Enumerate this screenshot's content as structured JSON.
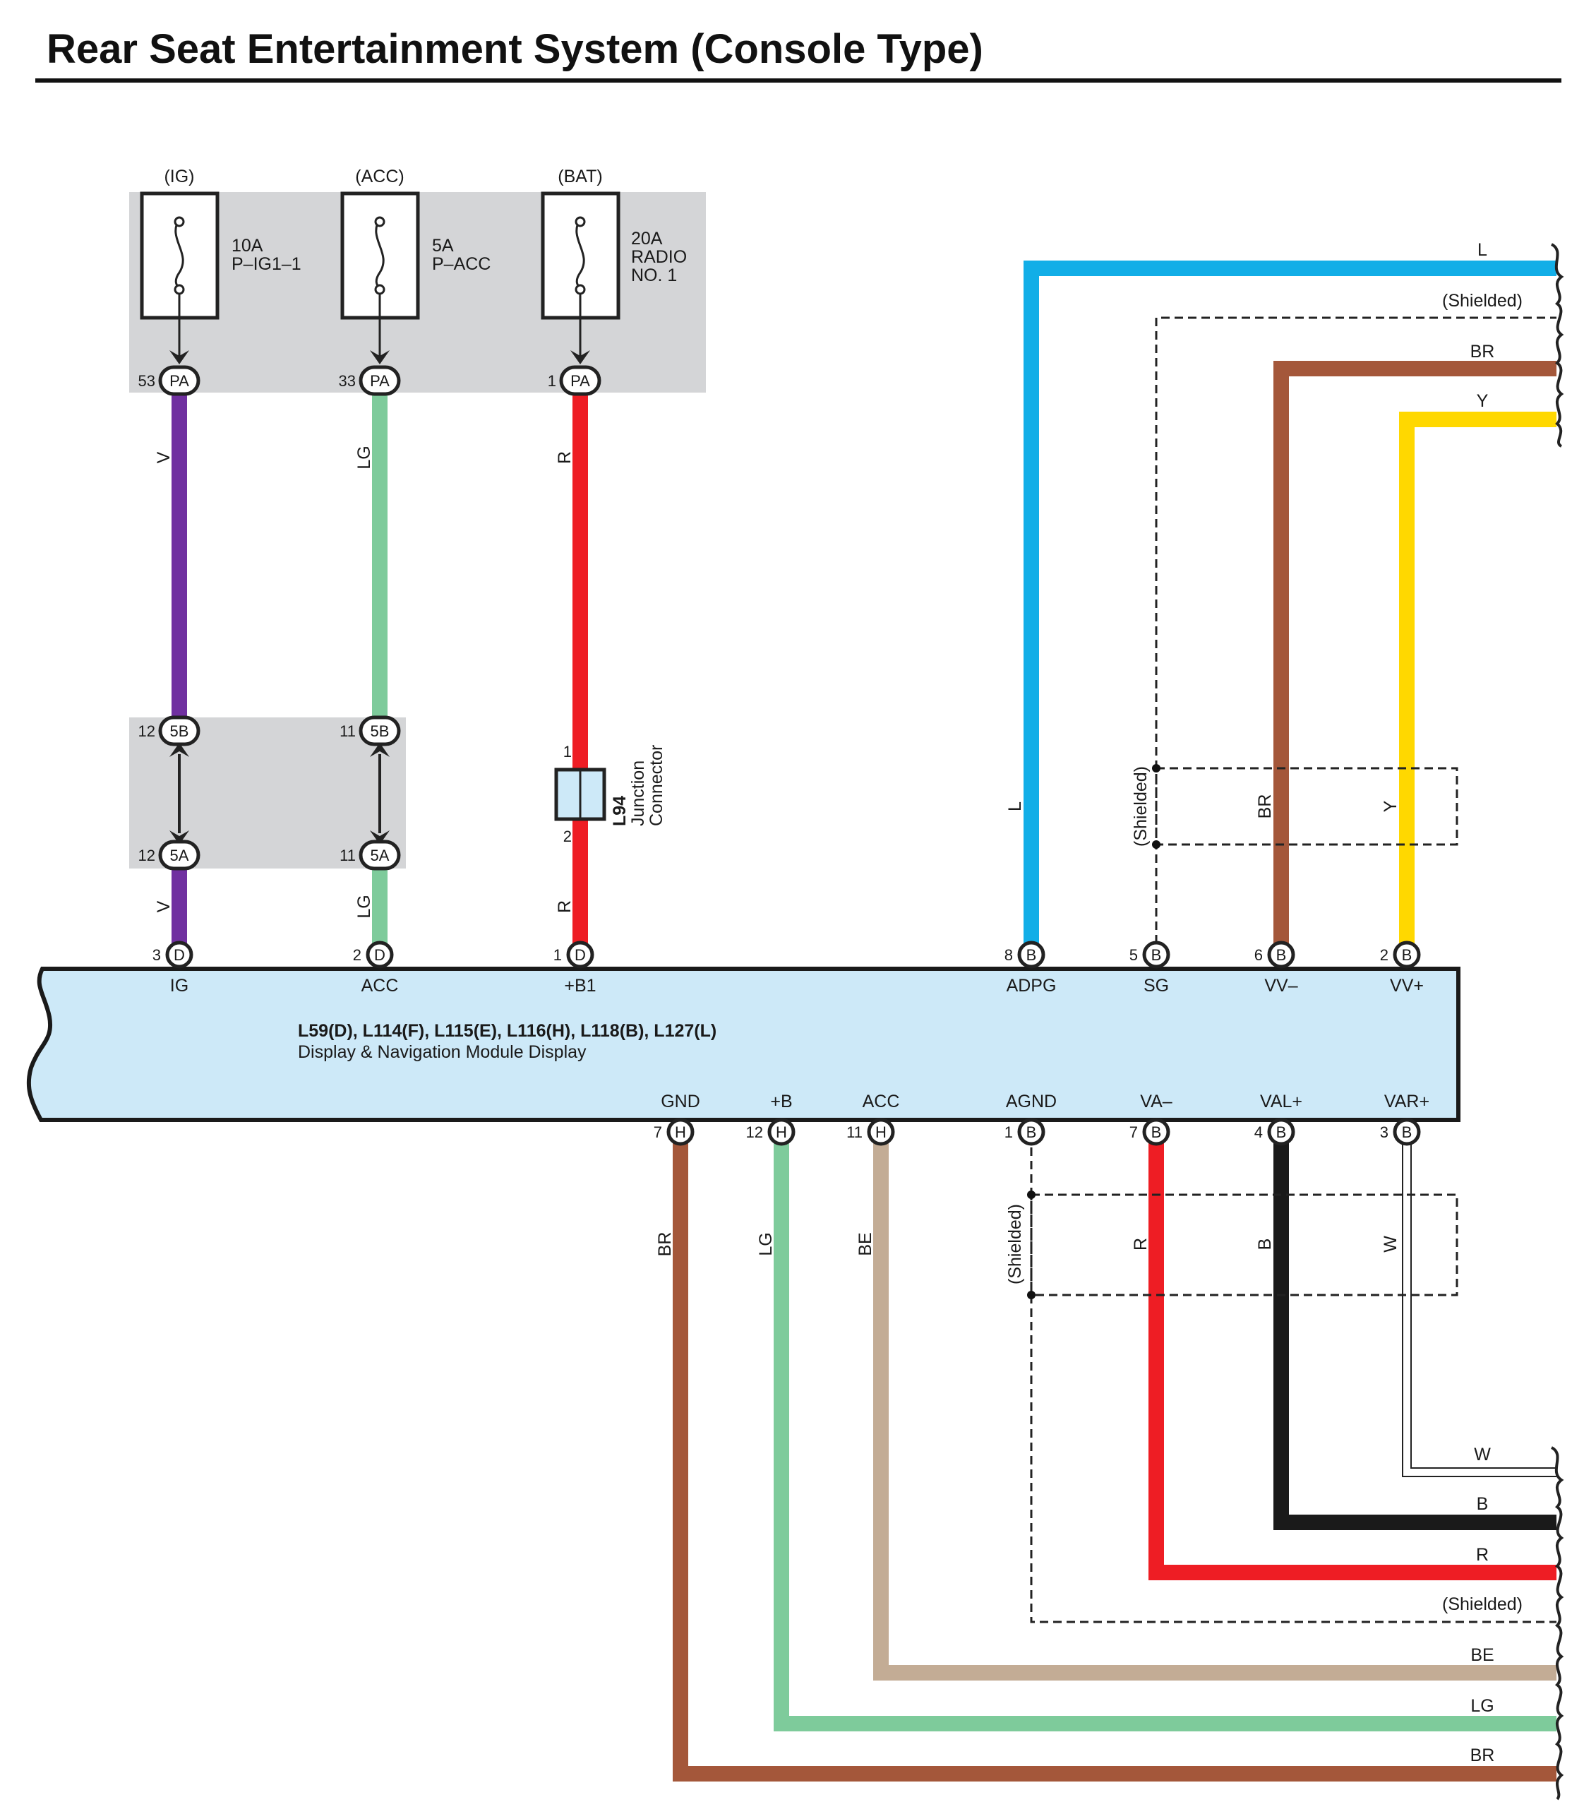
{
  "title": "Rear Seat Entertainment System (Console Type)",
  "colors": {
    "V": "#7030a0",
    "LG": "#7ecb9b",
    "R": "#ee1d24",
    "L": "#12aee7",
    "BR": "#a4573a",
    "Y": "#ffd800",
    "B": "#1a1a1a",
    "W": "#ffffff",
    "BE": "#c3ac95",
    "module_fill": "#cde9f8",
    "fuse_block_fill": "#d4d5d7",
    "junction_fill": "#cde9f8"
  },
  "fuses": [
    {
      "source": "(IG)",
      "rating": "10A",
      "name": "P–IG1–1",
      "connector": "PA",
      "pin": "53",
      "wire": "V"
    },
    {
      "source": "(ACC)",
      "rating": "5A",
      "name": "P–ACC",
      "connector": "PA",
      "pin": "33",
      "wire": "LG"
    },
    {
      "source": "(BAT)",
      "rating": "20A",
      "name": "RADIO",
      "name2": "NO. 1",
      "connector": "PA",
      "pin": "1",
      "wire": "R"
    }
  ],
  "inline_connectors": [
    {
      "pin": "12",
      "upper": "5B",
      "lower": "5A",
      "wire": "V"
    },
    {
      "pin": "11",
      "upper": "5B",
      "lower": "5A",
      "wire": "LG"
    }
  ],
  "junction": {
    "id": "L94",
    "name_line1": "Junction",
    "name_line2": "Connector",
    "pin_in": "1",
    "pin_out": "2"
  },
  "module": {
    "connectors_line": "L59(D), L114(F), L115(E), L116(H), L118(B), L127(L)",
    "name": "Display & Navigation Module Display",
    "top_terminals": [
      {
        "pin": "3",
        "conn": "D",
        "label": "IG",
        "wire": "V"
      },
      {
        "pin": "2",
        "conn": "D",
        "label": "ACC",
        "wire": "LG"
      },
      {
        "pin": "1",
        "conn": "D",
        "label": "+B1",
        "wire": "R"
      },
      {
        "pin": "8",
        "conn": "B",
        "label": "ADPG",
        "wire": "L"
      },
      {
        "pin": "5",
        "conn": "B",
        "label": "SG",
        "wire": ""
      },
      {
        "pin": "6",
        "conn": "B",
        "label": "VV–",
        "wire": "BR"
      },
      {
        "pin": "2",
        "conn": "B",
        "label": "VV+",
        "wire": "Y"
      }
    ],
    "bottom_terminals": [
      {
        "pin": "7",
        "conn": "H",
        "label": "GND",
        "wire": "BR"
      },
      {
        "pin": "12",
        "conn": "H",
        "label": "+B",
        "wire": "LG"
      },
      {
        "pin": "11",
        "conn": "H",
        "label": "ACC",
        "wire": "BE"
      },
      {
        "pin": "1",
        "conn": "B",
        "label": "AGND",
        "wire": ""
      },
      {
        "pin": "7",
        "conn": "B",
        "label": "VA–",
        "wire": "R"
      },
      {
        "pin": "4",
        "conn": "B",
        "label": "VAL+",
        "wire": "B"
      },
      {
        "pin": "3",
        "conn": "B",
        "label": "VAR+",
        "wire": "W"
      }
    ]
  },
  "shield_label": "(Shielded)",
  "right_exits_top": [
    "L",
    "(Shielded)",
    "BR",
    "Y"
  ],
  "right_exits_bottom": [
    "W",
    "B",
    "R",
    "(Shielded)",
    "BE",
    "LG",
    "BR"
  ]
}
